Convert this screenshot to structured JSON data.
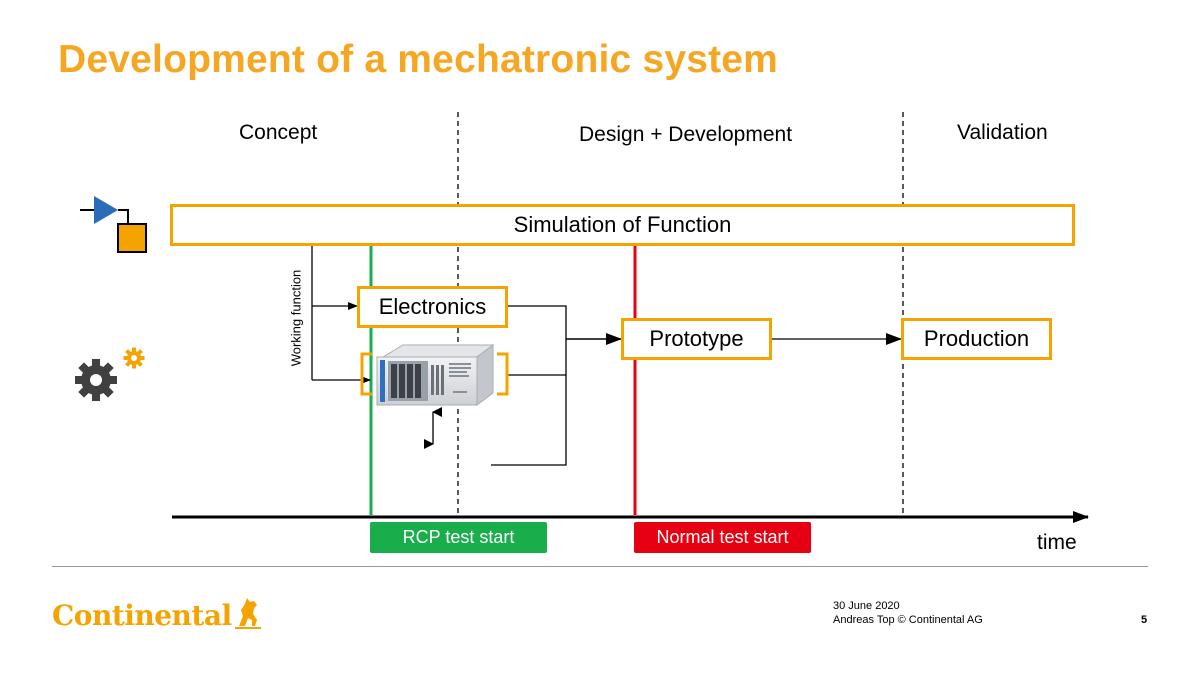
{
  "slide": {
    "title": "Development of a mechatronic system"
  },
  "phases": [
    {
      "label": "Concept"
    },
    {
      "label": "Design + Development"
    },
    {
      "label": "Validation"
    }
  ],
  "boxes": {
    "simulation": "Simulation of Function",
    "electronics": "Electronics",
    "prototype": "Prototype",
    "production": "Production"
  },
  "labels": {
    "working_function": "Working function",
    "time": "time"
  },
  "milestones": {
    "rcp": {
      "label": "RCP test start",
      "color": "#1aad4b"
    },
    "normal": {
      "label": "Normal test start",
      "color": "#e60012"
    }
  },
  "colors": {
    "accent": "#f5a300",
    "title": "#f5a623",
    "sim_icon_triangle": "#2b6cb8"
  },
  "icons": {
    "simulation": "simulation-block-icon",
    "mechanics": "gears-icon",
    "device": "rcp-hardware-icon"
  },
  "footer": {
    "logo": "Continental",
    "date": "30 June 2020",
    "author": "Andreas Top © Continental AG",
    "page": "5"
  }
}
